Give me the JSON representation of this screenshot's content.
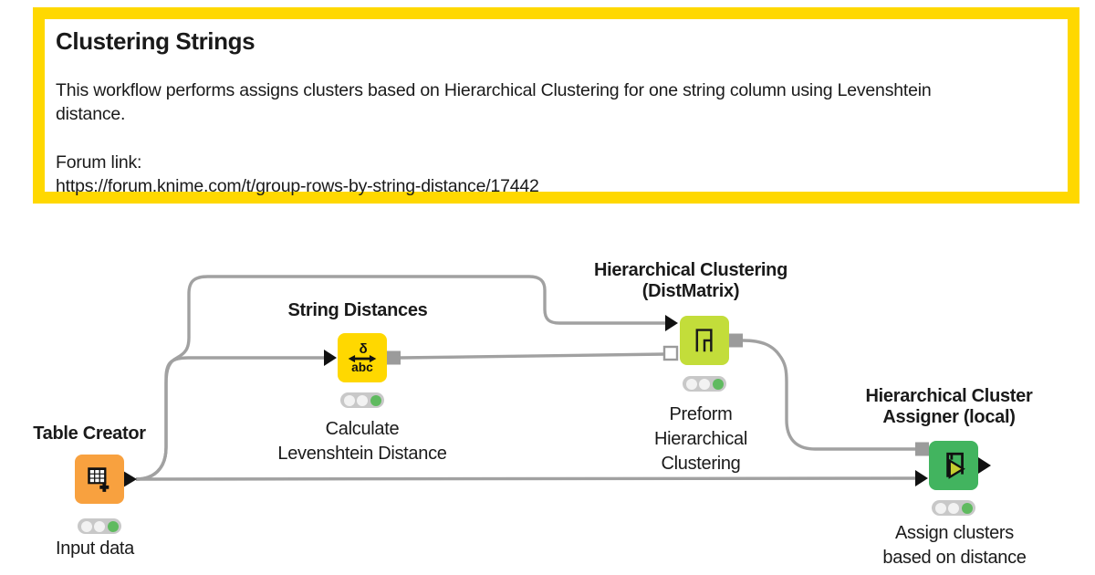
{
  "annotation": {
    "title": "Clustering Strings",
    "body": "This workflow performs assigns clusters based on Hierarchical Clustering for one string column using Levenshtein\ndistance.",
    "forum": "Forum link:\nhttps://forum.knime.com/t/group-rows-by-string-distance/17442",
    "border_color": "#FFD800"
  },
  "workflow": {
    "wire_color": "#A1A1A1",
    "status_green": "#5FBA5F",
    "status_idle": "#F2F2F2",
    "nodes": [
      {
        "name": "Table Creator",
        "annotation": "Input data",
        "color": "#F8A13F",
        "icon": "table-plus-icon",
        "status": "executed"
      },
      {
        "name": "String Distances",
        "annotation": "Calculate\nLevenshtein Distance",
        "color": "#FFD800",
        "icon": "string-distance-icon",
        "status": "executed"
      },
      {
        "name": "Hierarchical Clustering\n(DistMatrix)",
        "annotation": "Preform\nHierarchical\nClustering",
        "color": "#C3DD3A",
        "icon": "dendrogram-icon",
        "status": "executed"
      },
      {
        "name": "Hierarchical Cluster\nAssigner (local)",
        "annotation": "Assign clusters\nbased on distance",
        "color": "#42B45F",
        "icon": "cluster-assigner-icon",
        "status": "executed"
      }
    ]
  }
}
